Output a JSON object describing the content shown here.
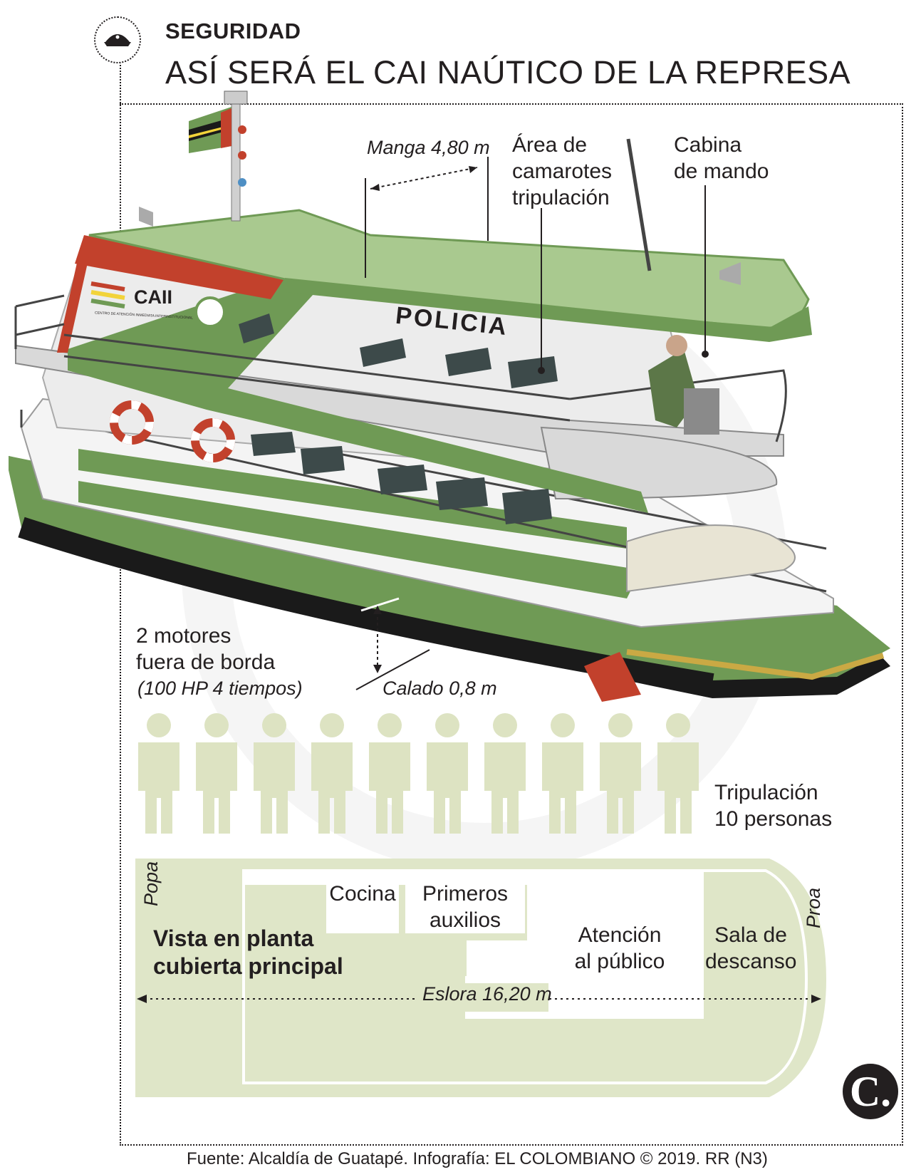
{
  "header": {
    "section": "SEGURIDAD",
    "title": "ASÍ SERÁ EL CAI NAÚTICO DE LA REPRESA"
  },
  "boat": {
    "hull_text": "POLICIA",
    "badge_text": "CAII",
    "badge_subtext": "CENTRO DE ATENCIÓN INMEDIATA INTERINSTITUCIONAL"
  },
  "annotations": {
    "manga": "Manga 4,80 m",
    "camarotes": [
      "Área de",
      "camarotes",
      "tripulación"
    ],
    "cabina": [
      "Cabina",
      "de mando"
    ],
    "motores": [
      "2 motores",
      "fuera de borda"
    ],
    "motores_detail": "(100 HP 4 tiempos)",
    "calado": "Calado 0,8 m"
  },
  "crew": {
    "count": 10,
    "label": [
      "Tripulación",
      "10 personas"
    ]
  },
  "plan": {
    "popa": "Popa",
    "proa": "Proa",
    "title": [
      "Vista en planta",
      "cubierta principal"
    ],
    "rooms": {
      "cocina": "Cocina",
      "primeros_auxilios": [
        "Primeros",
        "auxilios"
      ],
      "atencion": [
        "Atención",
        "al público"
      ],
      "sala": [
        "Sala de",
        "descanso"
      ]
    },
    "eslora": "Eslora 16,20 m"
  },
  "footer": {
    "source": "Fuente: Alcaldía de Guatapé. Infografía: EL COLOMBIANO © 2019. RR (N3)",
    "logo": "C."
  },
  "colors": {
    "green_dark": "#6f9a55",
    "green_light": "#a9c98f",
    "red": "#c2412c",
    "plan_fill": "#dfe6c8",
    "crew_fill": "#dde3c2",
    "hull_black": "#1a1a1a"
  }
}
